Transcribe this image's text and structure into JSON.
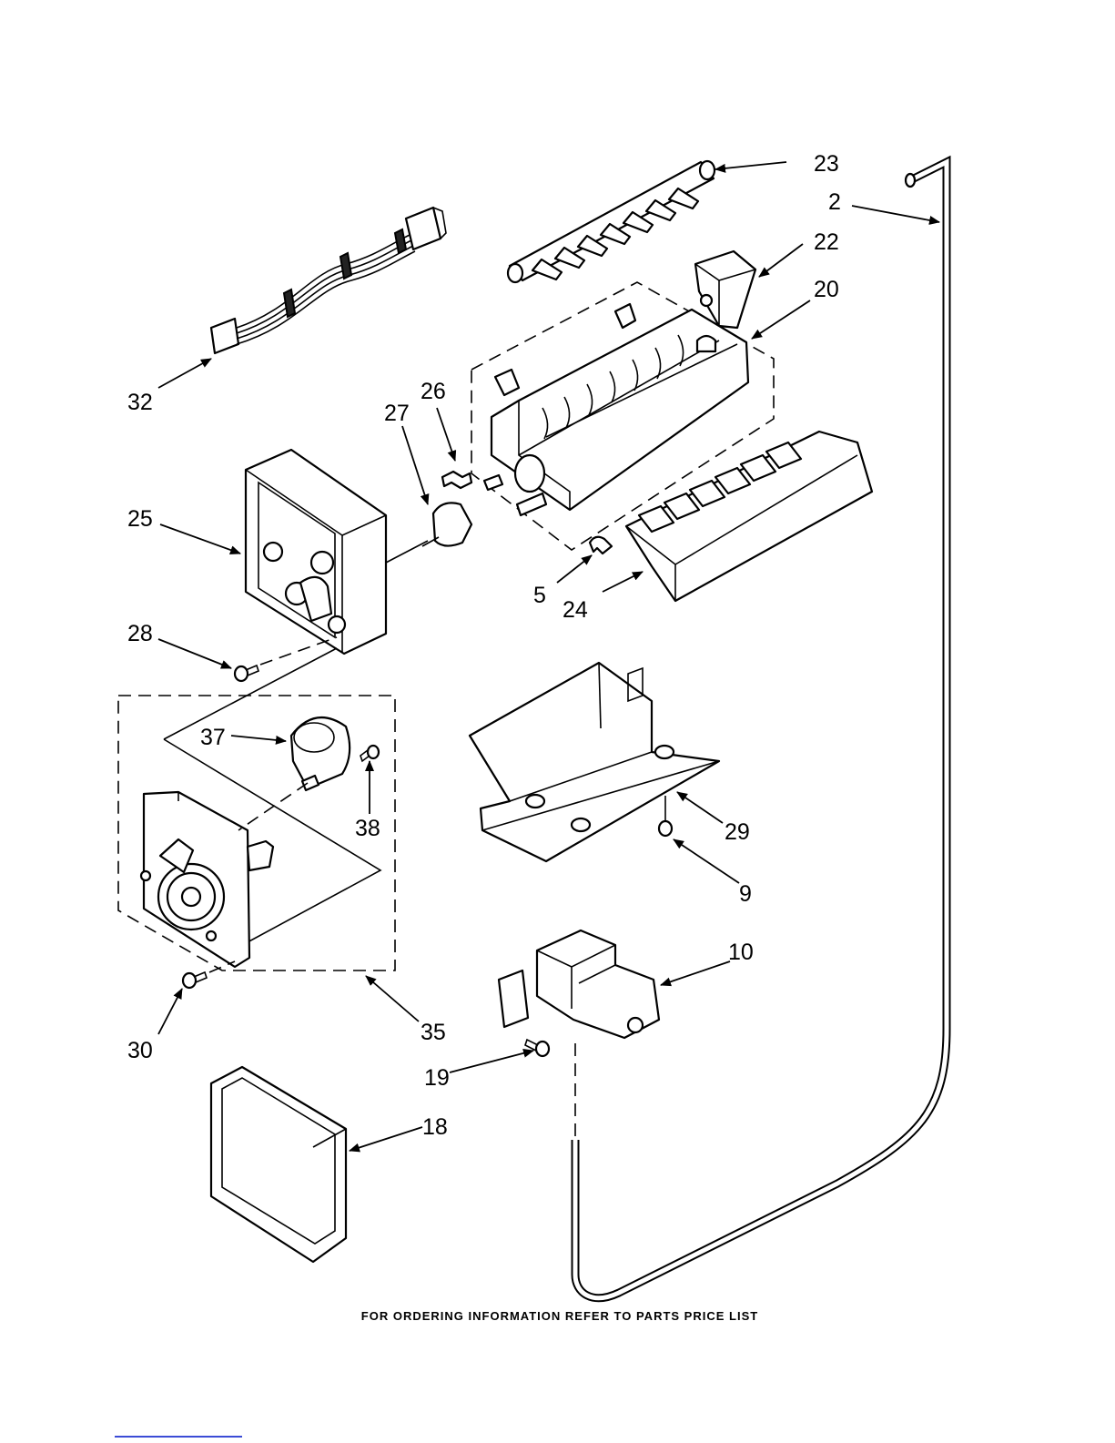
{
  "callouts": {
    "c2": "2",
    "c5": "5",
    "c9": "9",
    "c10": "10",
    "c18": "18",
    "c19": "19",
    "c20": "20",
    "c22": "22",
    "c23": "23",
    "c24": "24",
    "c25": "25",
    "c26": "26",
    "c27": "27",
    "c28": "28",
    "c29": "29",
    "c30": "30",
    "c32": "32",
    "c35": "35",
    "c37": "37",
    "c38": "38"
  },
  "footer": "FOR ORDERING INFORMATION REFER TO PARTS PRICE LIST"
}
